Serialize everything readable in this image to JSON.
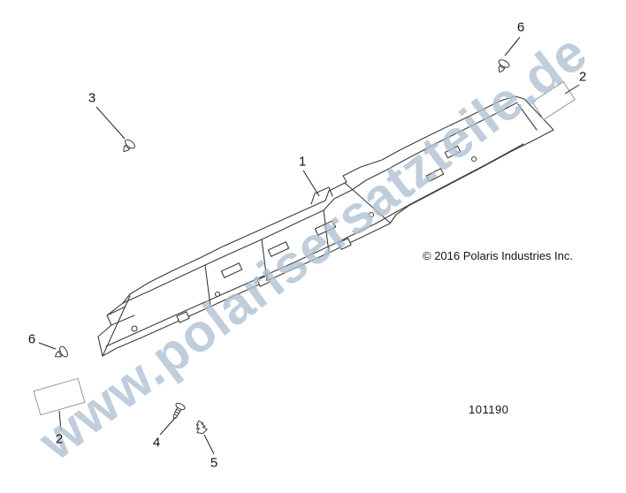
{
  "watermark": {
    "text": "www.polarisersatzteile.de"
  },
  "notices": {
    "copyright": "© 2016 Polaris Industries Inc.",
    "figure_number": "101190"
  },
  "callouts": [
    {
      "label": "6"
    },
    {
      "label": "2"
    },
    {
      "label": "3"
    },
    {
      "label": "1"
    },
    {
      "label": "6"
    },
    {
      "label": "2"
    },
    {
      "label": "4"
    },
    {
      "label": "5"
    }
  ],
  "colors": {
    "watermark": "#afc0d2",
    "line_art": "#3d3d3d",
    "text": "#141414"
  }
}
